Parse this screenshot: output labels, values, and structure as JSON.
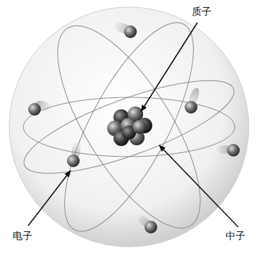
{
  "diagram": {
    "labels": [
      "质子",
      "中子",
      "电子"
    ]
  }
}
